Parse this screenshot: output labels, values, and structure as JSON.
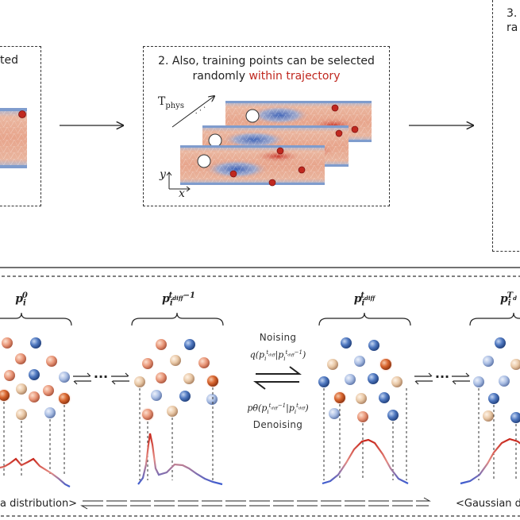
{
  "top": {
    "box1_caption_tail": "ted",
    "box2_caption_line1": "2. Also, training points can be selected",
    "box2_caption_line2_plain": "randomly ",
    "box2_caption_line2_highlight": "within trajectory",
    "box3_caption_line1": "3.",
    "box3_caption_line2": "ra",
    "tphys_label": "T",
    "tphys_sub": "phys",
    "axis_y": "y",
    "axis_x": "x",
    "ellipsis": "· · ·"
  },
  "bottom": {
    "p0": {
      "base": "p",
      "sub": "i",
      "sup": "0"
    },
    "p_tminus": {
      "base": "p",
      "sub": "i",
      "sup": "t",
      "supsub": "diff",
      "supminus": "−1"
    },
    "p_t": {
      "base": "p",
      "sub": "i",
      "sup": "t",
      "supsub": "diff"
    },
    "p_T": {
      "base": "p",
      "sub": "i",
      "sup": "T",
      "supsub": "d"
    },
    "noising_label": "Noising",
    "denoising_label": "Denoising",
    "q_expr": "q(p",
    "ptheta_expr": "pθ(p",
    "left_caption": "a distribution>",
    "right_caption": "<Gaussian dis",
    "chain_dots": "⋅⋅⋅"
  },
  "colors": {
    "accent_red": "#c0281f",
    "ball_red": "#d8652e",
    "ball_blue": "#3b66b0",
    "ball_cream": "#e8c7a5"
  }
}
